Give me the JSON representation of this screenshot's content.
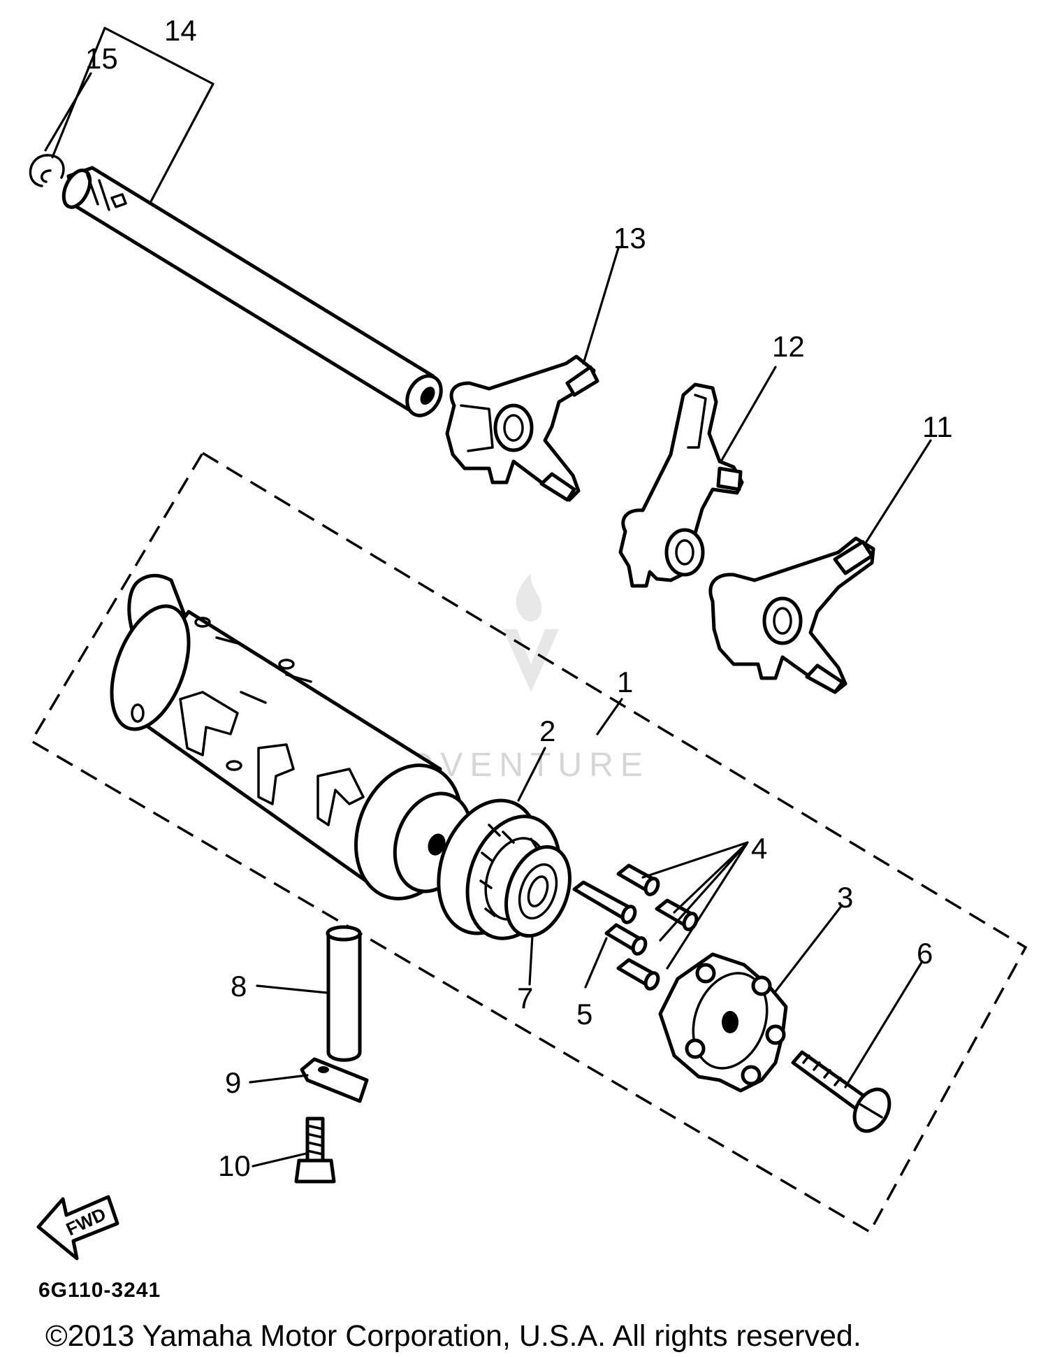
{
  "diagram": {
    "callouts": [
      {
        "id": "1",
        "label": "1"
      },
      {
        "id": "2",
        "label": "2"
      },
      {
        "id": "3",
        "label": "3"
      },
      {
        "id": "4",
        "label": "4"
      },
      {
        "id": "5",
        "label": "5"
      },
      {
        "id": "6",
        "label": "6"
      },
      {
        "id": "7",
        "label": "7"
      },
      {
        "id": "8",
        "label": "8"
      },
      {
        "id": "9",
        "label": "9"
      },
      {
        "id": "10",
        "label": "10"
      },
      {
        "id": "11",
        "label": "11"
      },
      {
        "id": "12",
        "label": "12"
      },
      {
        "id": "13",
        "label": "13"
      },
      {
        "id": "14",
        "label": "14"
      },
      {
        "id": "15",
        "label": "15"
      }
    ],
    "fwd_label": "FWD",
    "diagram_code": "6G110-3241",
    "watermark": "LEADVENTURE",
    "copyright": "©2013 Yamaha Motor Corporation, U.S.A. All rights reserved."
  }
}
